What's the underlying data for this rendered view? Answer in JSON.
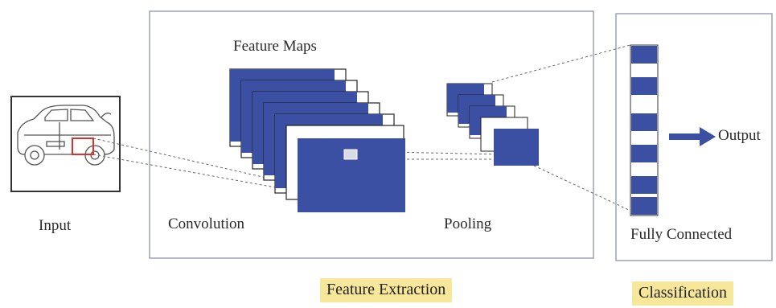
{
  "labels": {
    "input": "Input",
    "feature_maps": "Feature Maps",
    "convolution": "Convolution",
    "pooling": "Pooling",
    "output": "Output",
    "fully_connected": "Fully Connected",
    "feature_extraction": "Feature Extraction",
    "classification": "Classification"
  },
  "colors": {
    "map_blue": "#3b4fa3",
    "box_border": "#9aa0b8",
    "tag_bg": "#f6e79a",
    "selection_red": "#d9322b"
  }
}
